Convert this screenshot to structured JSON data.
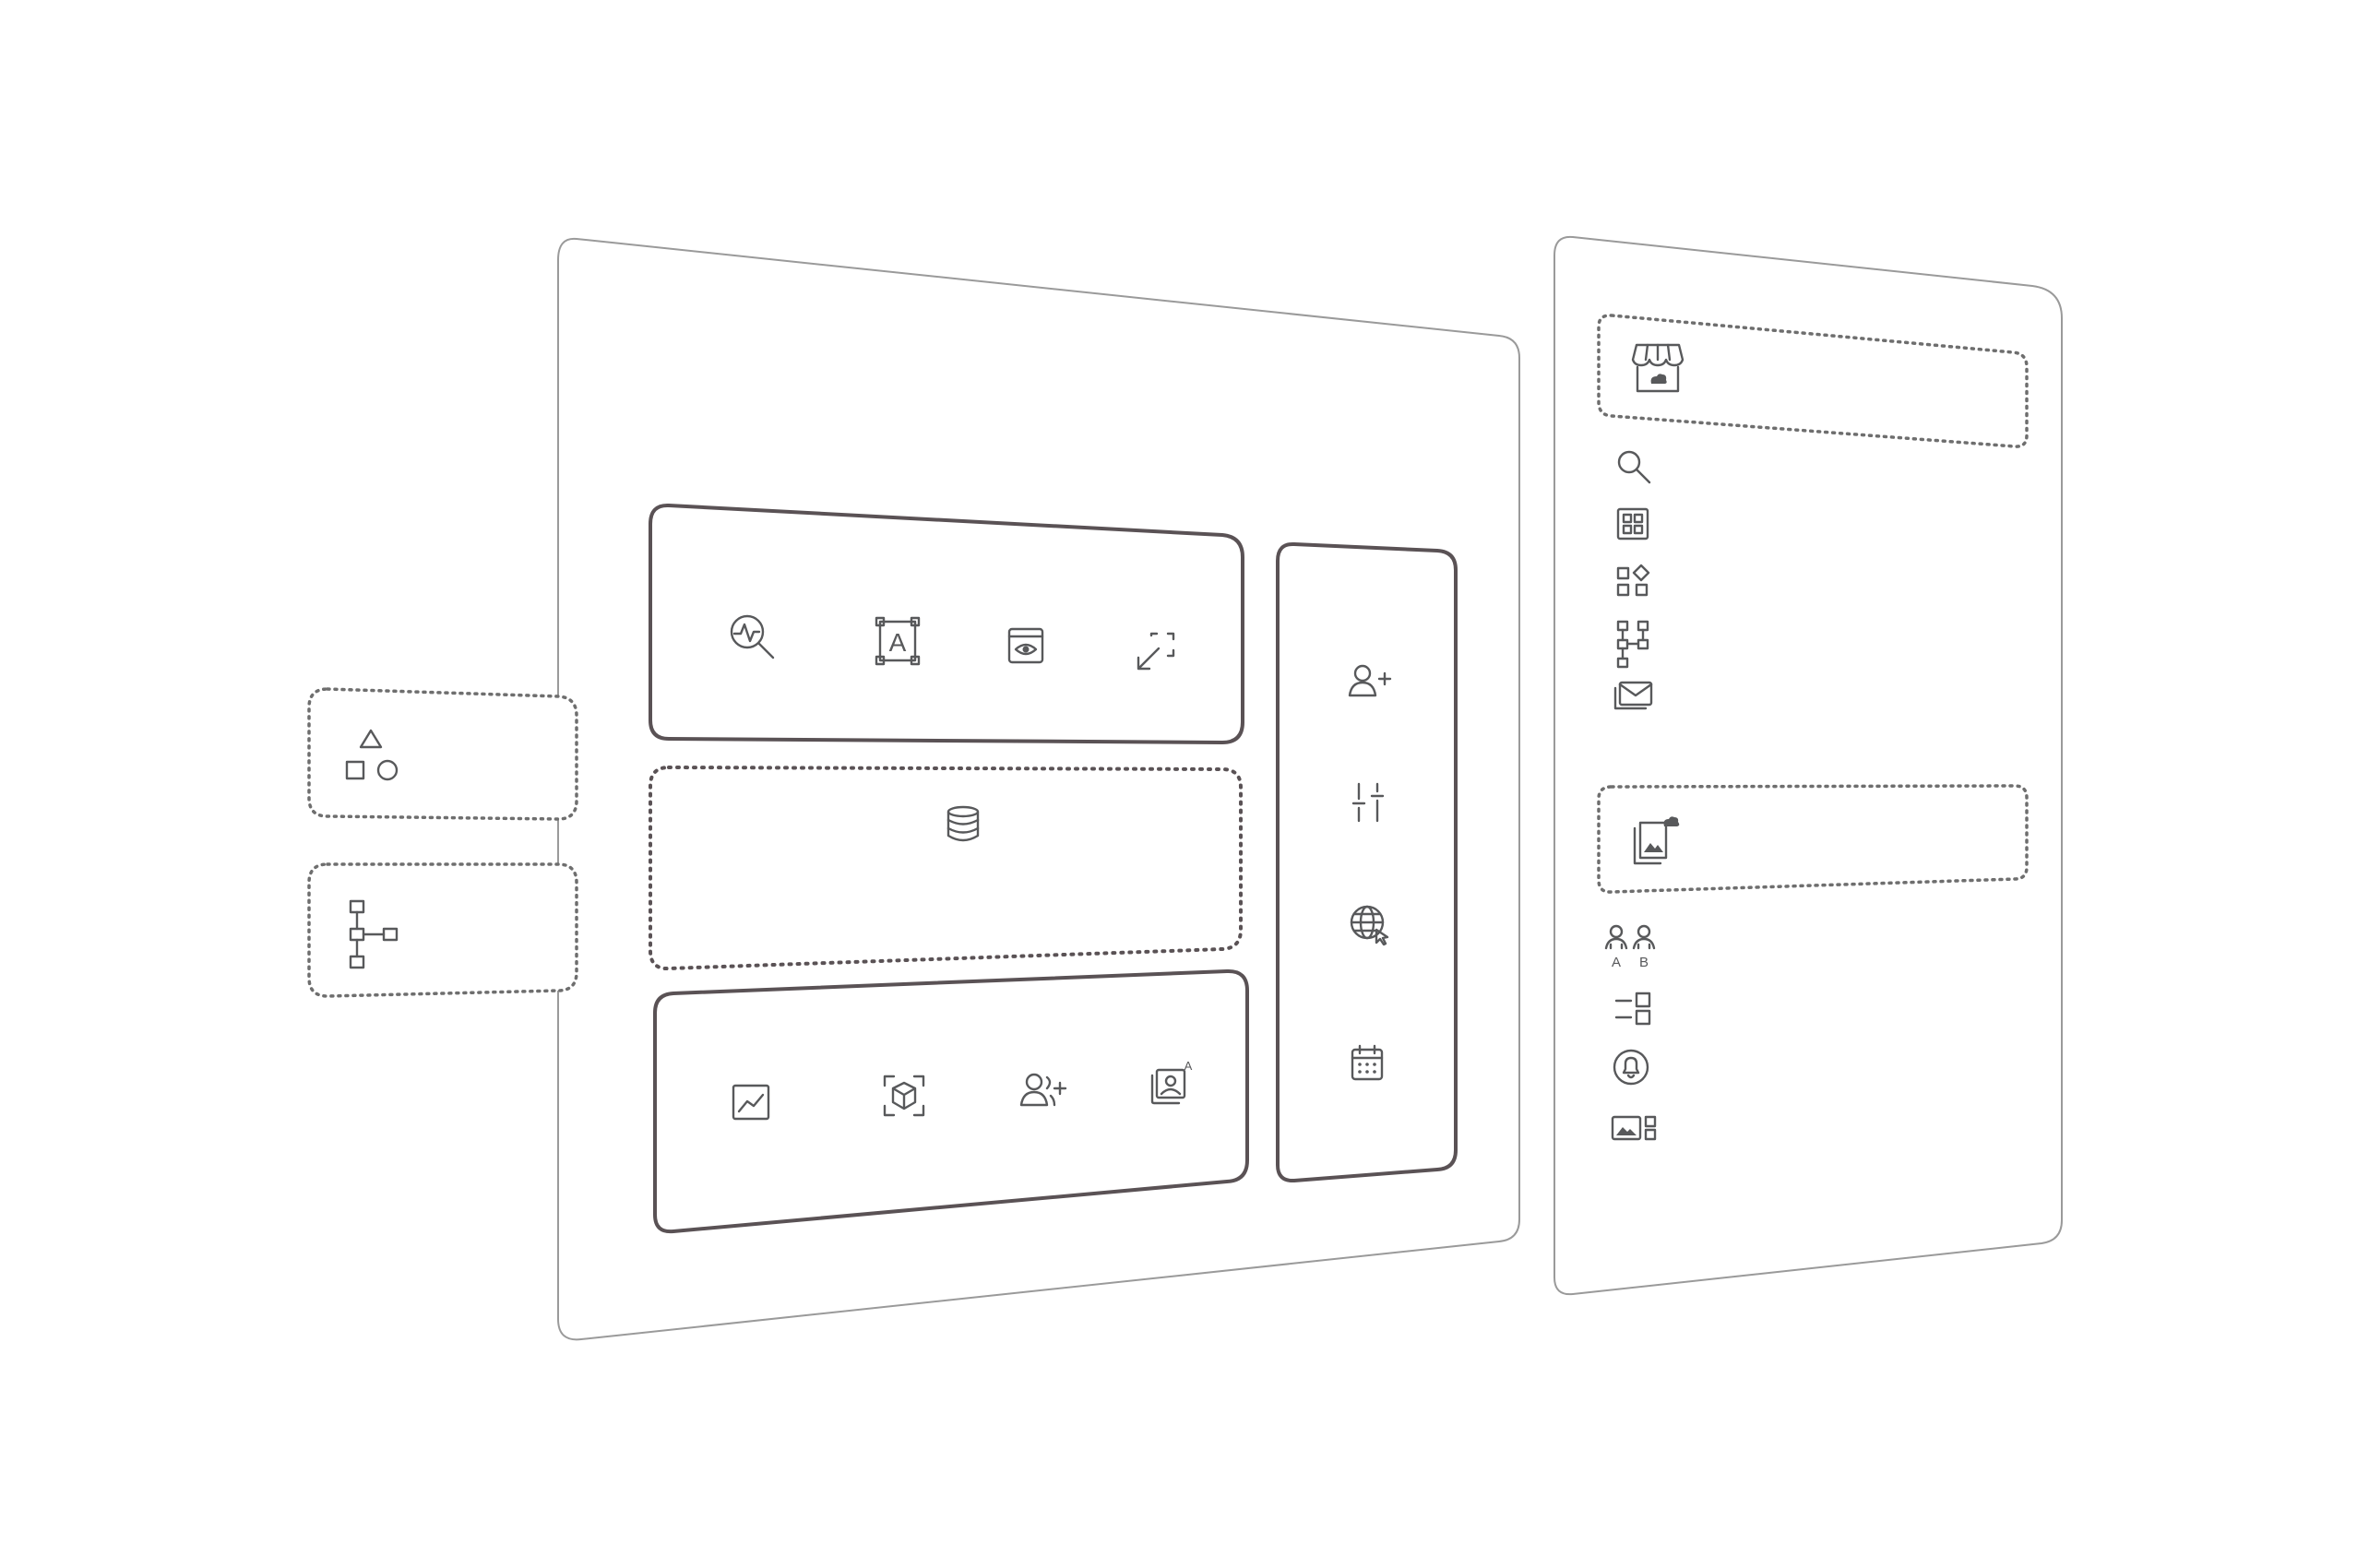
{
  "colors": {
    "background": "#ffffff",
    "panel_outline": "#9a9a9a",
    "section_outline": "#5a5255",
    "icon": "#58595b"
  },
  "diagram": {
    "left_floating_cards": [
      {
        "icon": "shapes-icon"
      },
      {
        "icon": "hierarchy-tree-icon"
      }
    ],
    "main_panel": {
      "top_section": {
        "icons": [
          "analytics-search-icon",
          "text-frame-icon",
          "preview-window-icon",
          "collapse-focus-icon"
        ]
      },
      "middle_section": {
        "icons": [
          "database-icon"
        ]
      },
      "bottom_section": {
        "icons": [
          "line-chart-icon",
          "3d-box-scan-icon",
          "add-group-icon",
          "image-label-icon"
        ]
      },
      "side_column": {
        "icons": [
          "add-user-icon",
          "sliders-icon",
          "globe-pointer-icon",
          "calendar-icon"
        ]
      }
    },
    "right_panel": {
      "group_1_header": {
        "icon": "storefront-cloud-icon"
      },
      "group_1_items": [
        "search-icon",
        "grid-icon",
        "components-icon",
        "flow-tree-icon",
        "mail-stack-icon"
      ],
      "group_2_header": {
        "icon": "image-cloud-icon"
      },
      "group_2_items": [
        {
          "icon": "ab-users-icon",
          "labels": [
            "A",
            "B"
          ]
        },
        {
          "icon": "list-layout-icon"
        },
        {
          "icon": "bell-circle-icon"
        },
        {
          "icon": "image-grid-icon"
        }
      ],
      "text_frame_letter": "A",
      "image_label_letter": "A"
    }
  }
}
